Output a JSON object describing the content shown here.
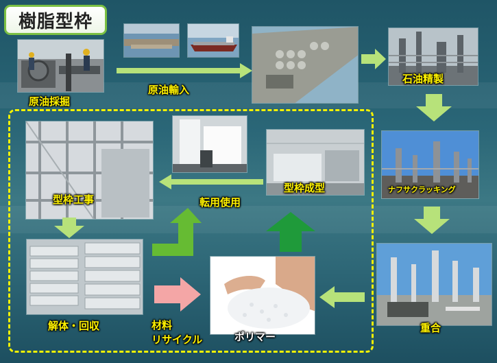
{
  "title": "樹脂型枠",
  "labels": {
    "crude_mining": "原油採掘",
    "crude_import": "原油輸入",
    "oil_refining": "石油精製",
    "naphtha_cracking": "ナフサクラッキング",
    "polymerization": "重合",
    "polymer": "ポリマー",
    "material_recycle_1": "材料",
    "material_recycle_2": "リサイクル",
    "formwork_molding": "型枠成型",
    "reuse": "転用使用",
    "formwork_construction": "型枠工事",
    "dismantle_collect": "解体・回収"
  },
  "colors": {
    "arrow_light_green": "#b7e27a",
    "arrow_green": "#66bb33",
    "arrow_dark_green": "#1f9a3a",
    "arrow_pink": "#f4a6a6",
    "dashed_border": "#f5f200",
    "label_yellow": "#fff200"
  }
}
